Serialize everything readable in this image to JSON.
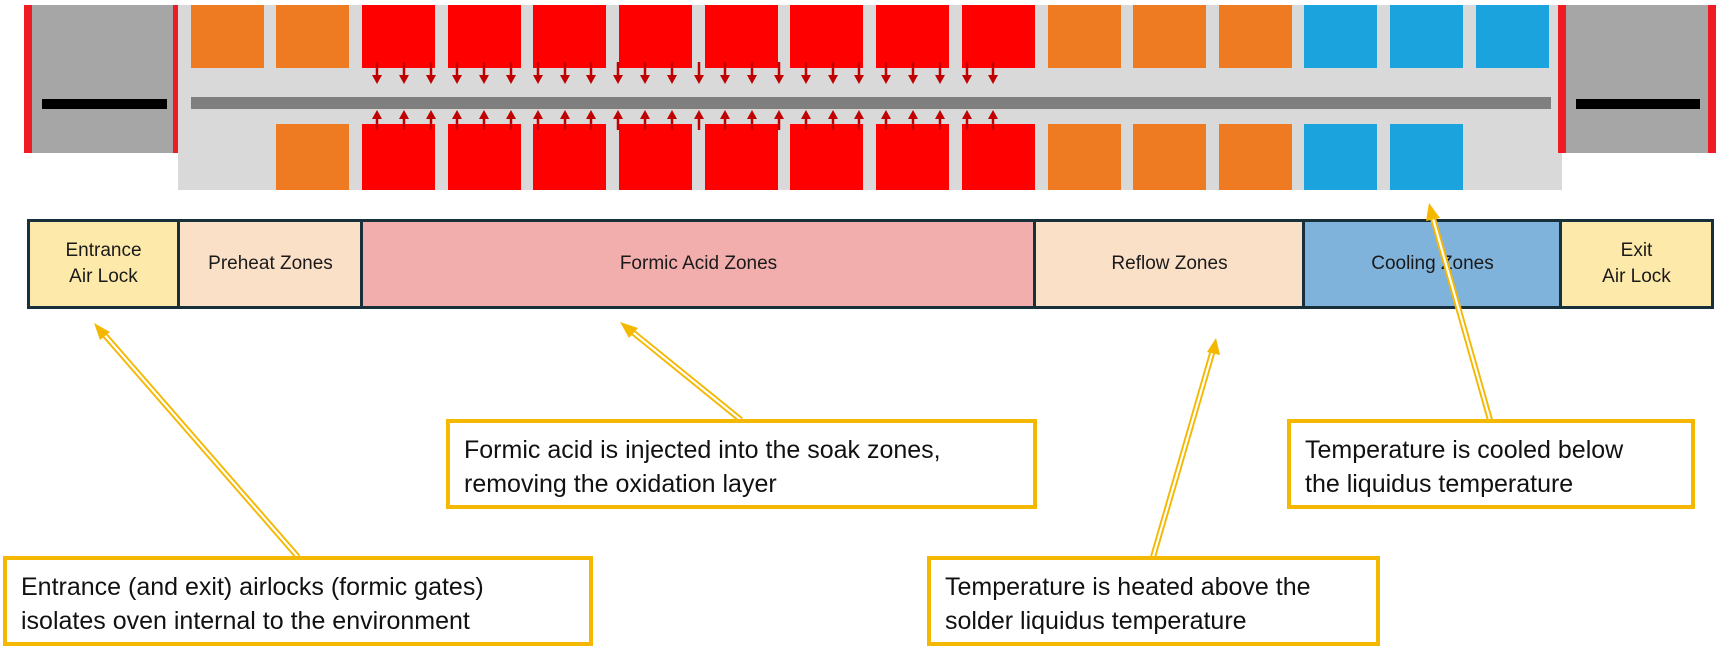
{
  "zones": [
    {
      "key": "entrance",
      "label": "Entrance\nAir Lock",
      "color": "#fde9a9"
    },
    {
      "key": "preheat",
      "label": "Preheat Zones",
      "color": "#fbe0c8"
    },
    {
      "key": "formic",
      "label": "Formic Acid Zones",
      "color": "#f2adad"
    },
    {
      "key": "reflow",
      "label": "Reflow Zones",
      "color": "#fbe0c8"
    },
    {
      "key": "cooling",
      "label": "Cooling Zones",
      "color": "#80b3dc"
    },
    {
      "key": "exit",
      "label": "Exit\nAir Lock",
      "color": "#fde9a9"
    }
  ],
  "callouts": {
    "formic": "Formic acid is injected into the soak zones,\nremoving the oxidation layer",
    "cooling": "Temperature is cooled below\nthe liquidus temperature",
    "airlock": "Entrance (and exit) airlocks (formic gates)\nisolates oven internal to the environment",
    "reflow": "Temperature is heated above the\nsolder liquidus temperature"
  },
  "colors": {
    "airlock_gray": "#a6a6a6",
    "chamber_gray": "#d9d9d9",
    "belt_gray": "#7f7f7f",
    "gate_red": "#ee1c24",
    "heater_orange": "#ee7b22",
    "formic_red": "#ff0000",
    "arrow_darkred": "#c00000",
    "cooler_blue": "#1aa3dd",
    "callout_gold": "#f5b800"
  }
}
